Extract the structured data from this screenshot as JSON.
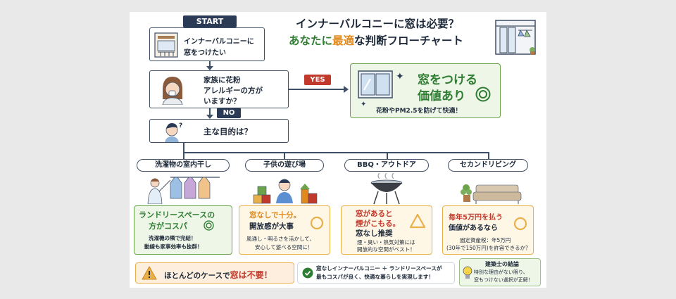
{
  "title": {
    "line1": "インナーバルコニーに窓は必要？",
    "line2_a": "あなたに",
    "line2_b": "最適",
    "line2_c": "な判断フローチャート"
  },
  "start": {
    "badge": "START",
    "text_line1": "インナーバルコニーに",
    "text_line2": "窓をつけたい"
  },
  "q1": {
    "line1": "家族に花粉",
    "line2": "アレルギーの方が",
    "line3": "いますか？",
    "yes_label": "YES",
    "no_label": "NO"
  },
  "yes_result": {
    "line1": "窓をつける",
    "line2": "価値あり",
    "sub": "花粉やPM2.5を防げて快適！"
  },
  "q2": {
    "text": "主な目的は？"
  },
  "branches": [
    {
      "label": "洗濯物の室内干し",
      "result_line1": "ランドリースペースの",
      "result_line2": "方がコスパ",
      "sub1": "洗濯機の隣で完結！",
      "sub2": "動線も家事効率も抜群！"
    },
    {
      "label": "子供の遊び場",
      "result_line1": "窓なしで十分。",
      "result_line2": "開放感が大事",
      "sub1": "風通し・明るさを活かして、",
      "sub2": "安心して遊べる空間に！"
    },
    {
      "label": "BBQ・アウトドア",
      "result_line1": "窓があると",
      "result_line2": "煙がこもる。",
      "result_line3": "窓なし推奨",
      "sub1": "煙・臭い・熱気対策には",
      "sub2": "開放的な空間がベスト！"
    },
    {
      "label": "セカンドリビング",
      "result_line1": "毎年5万円を払う",
      "result_line2": "価値があるなら",
      "sub1": "固定資産税：年5万円",
      "sub2": "(30年で150万円)を許容できるか？"
    }
  ],
  "footer": {
    "warn_a": "ほとんどのケースで",
    "warn_b": "窓は不要！",
    "check_line1": "窓なしインナーバルコニー ＋ ランドリースペースが",
    "check_line2": "最もコスパが良く、快適な暮らしを実現します！",
    "expert_title": "建築士の結論",
    "expert_line1": "特別な理由がない限り、",
    "expert_line2": "窓もつけない選択が正解！"
  },
  "colors": {
    "navy": "#2b3a55",
    "green": "#2f7d32",
    "orange": "#e08a1e",
    "red": "#c0392b",
    "warn_bg": "#fdeede",
    "yes_bg": "#c0392b"
  }
}
